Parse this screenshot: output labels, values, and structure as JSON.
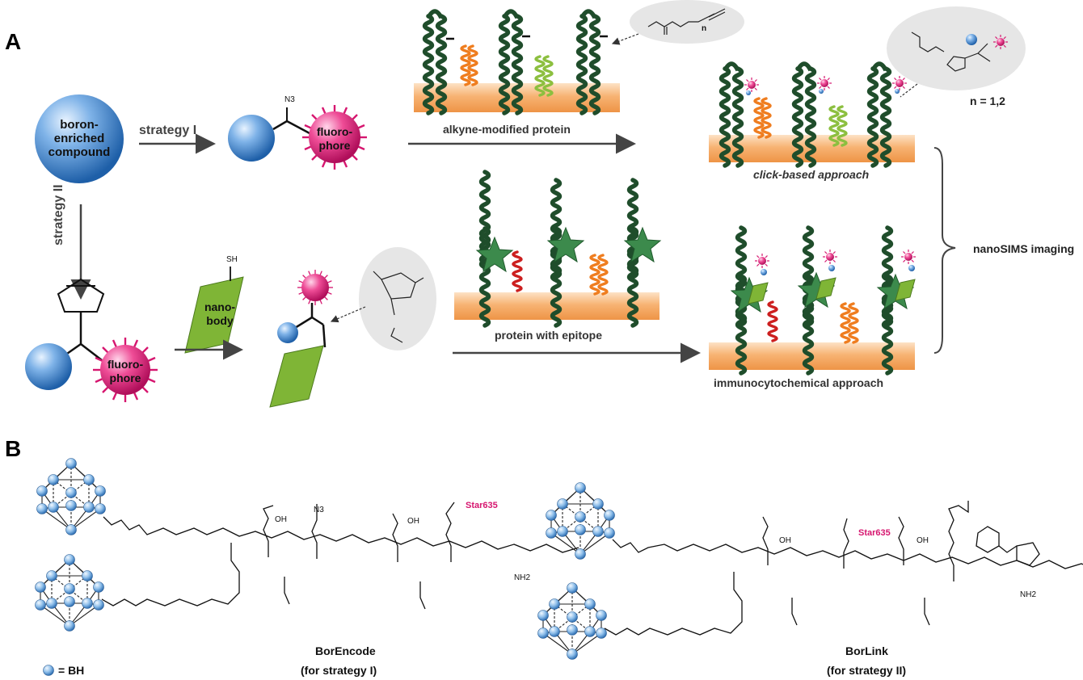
{
  "panels": {
    "a": "A",
    "b": "B"
  },
  "compound": {
    "line1": "boron-",
    "line2": "enriched",
    "line3": "compound"
  },
  "strategy1": "strategy I",
  "strategy2": "strategy II",
  "fluorophore": {
    "line1": "fluoro-",
    "line2": "phore"
  },
  "azide": "N3",
  "nanobody": {
    "line1": "nano-",
    "line2": "body",
    "thiol": "SH"
  },
  "labels": {
    "alkyne_protein": "alkyne-modified protein",
    "click": "click-based approach",
    "epitope": "protein with epitope",
    "immuno": "immunocytochemical approach",
    "nanosims": "nanoSIMS imaging",
    "n_values": "n = 1,2",
    "n": "n"
  },
  "bottom": {
    "borencode": "BorEncode",
    "borencode_sub": "(for strategy I)",
    "borlink": "BorLink",
    "borlink_sub": "(for strategy II)",
    "legend": "= BH",
    "star": "Star635",
    "nh2": "NH2",
    "oh": "OH",
    "n3": "N3"
  },
  "colors": {
    "sphere": "#3d7fc4",
    "magenta": "#d6166f",
    "helix": "#1f4d2b",
    "membrane": "#f4a45a",
    "orange": "#ef7d1f",
    "lime": "#8cbf3f",
    "red": "#cc1f1f",
    "nanobody": "#7fb536"
  }
}
